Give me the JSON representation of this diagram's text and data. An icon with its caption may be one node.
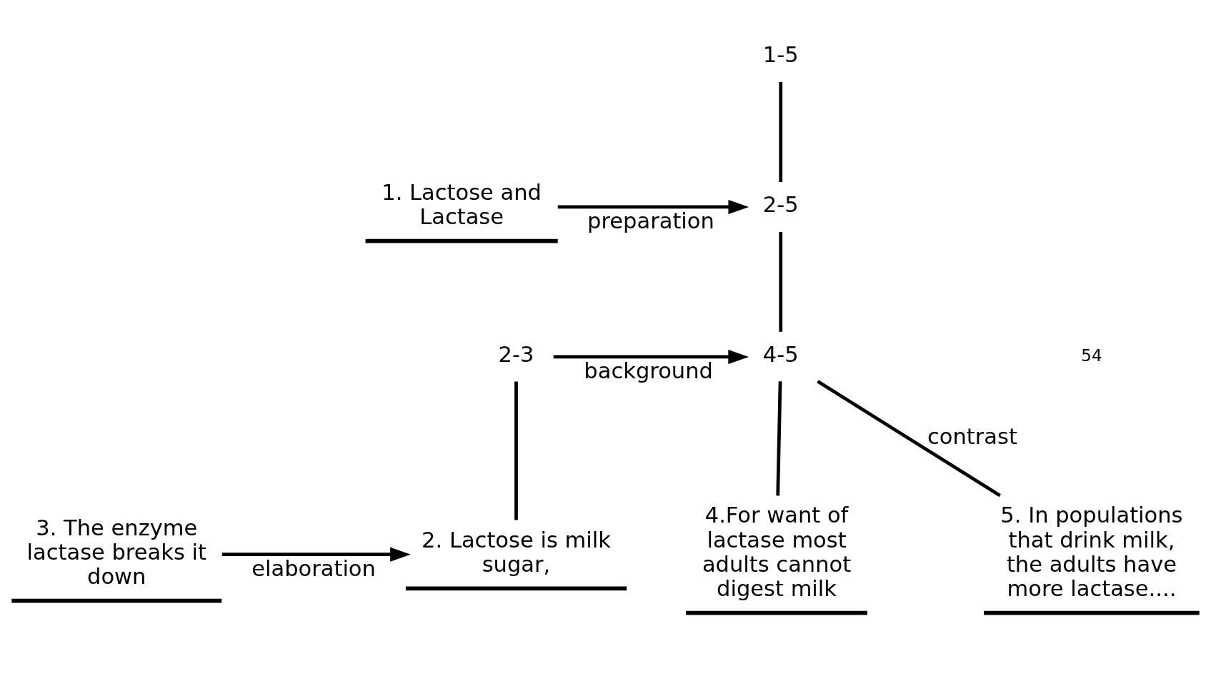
{
  "diagram": {
    "nodes": [
      {
        "text": [
          "1-5"
        ]
      },
      {
        "text": [
          "1. Lactose and Lactase"
        ]
      },
      {
        "text": [
          "2-5"
        ]
      },
      {
        "text": [
          "2-3"
        ]
      },
      {
        "text": [
          "2. Lactose is milk sugar,"
        ]
      },
      {
        "text": [
          "3. The enzyme lactase breaks it down"
        ]
      },
      {
        "text": [
          "4-5"
        ]
      },
      {
        "text": [
          "4.For want of lactase most adults cannot digest milk"
        ]
      },
      {
        "text": [
          "5. In populations that drink milk, the adults have more lactase...."
        ]
      }
    ],
    "edges": [
      {
        "from": 1,
        "to": 2,
        "arrow": "to",
        "label": "preparation"
      },
      {
        "from": 2,
        "to": 0,
        "arrow": "none"
      },
      {
        "from": 3,
        "to": 6,
        "arrow": "to",
        "label": "background"
      },
      {
        "from": 6,
        "to": 2,
        "arrow": "none"
      },
      {
        "from": 5,
        "to": 4,
        "arrow": "to",
        "label": "elaboration"
      },
      {
        "from": 4,
        "to": 3,
        "arrow": "none"
      },
      {
        "from": 7,
        "to": 6,
        "arrow": "none"
      },
      {
        "from": 8,
        "to": 6,
        "arrow": "none",
        "label": "contrast"
      }
    ],
    "labels": [
      "54"
    ]
  }
}
